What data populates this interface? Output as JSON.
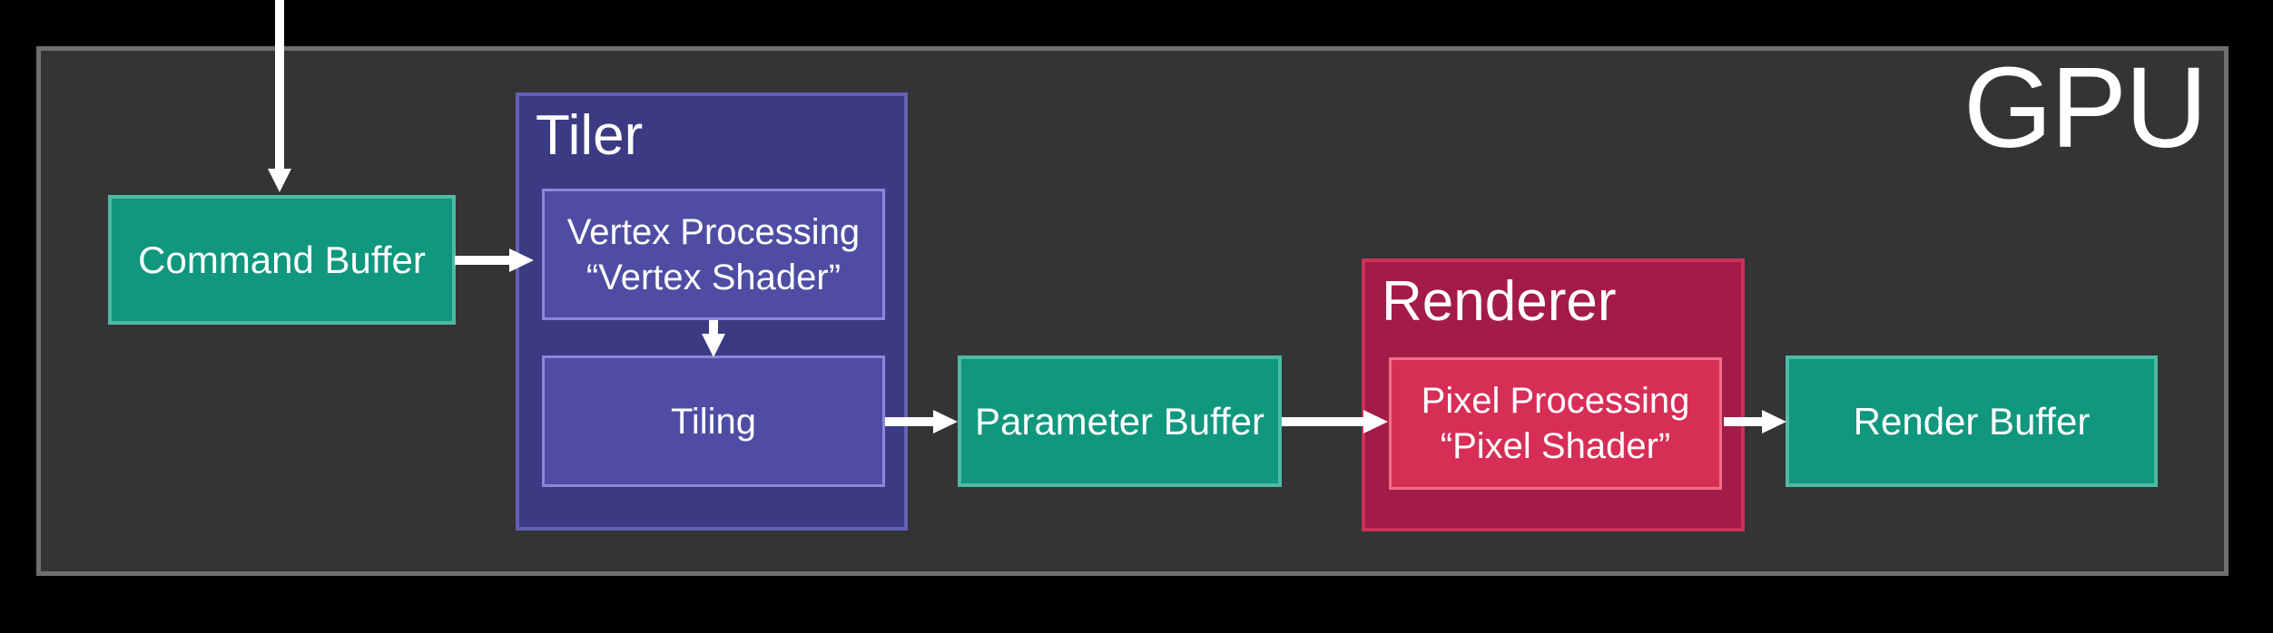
{
  "diagram": {
    "title": "GPU",
    "palette": {
      "background": "#000000",
      "panel_fill": "#343336",
      "panel_border": "#6f6f6f",
      "teal_fill": "#10977e",
      "teal_border": "#4fbaa4",
      "indigo_container_fill": "#3b3a82",
      "indigo_container_border": "#6261b4",
      "indigo_box_fill": "#4e4da3",
      "indigo_box_border": "#8a89d9",
      "crimson_container_fill": "#a31c48",
      "crimson_container_border": "#ce3058",
      "crimson_box_fill": "#d72e56",
      "crimson_box_border": "#ee7187",
      "arrow": "#ffffff",
      "text": "#ffffff"
    },
    "containers": {
      "tiler": {
        "label": "Tiler"
      },
      "renderer": {
        "label": "Renderer"
      }
    },
    "nodes": {
      "command_buffer": {
        "label": "Command Buffer"
      },
      "vertex_processing": {
        "line1": "Vertex Processing",
        "line2": "“Vertex Shader”"
      },
      "tiling": {
        "label": "Tiling"
      },
      "parameter_buffer": {
        "label": "Parameter Buffer"
      },
      "pixel_processing": {
        "line1": "Pixel Processing",
        "line2": "“Pixel Shader”"
      },
      "render_buffer": {
        "label": "Render Buffer"
      }
    },
    "edges": [
      {
        "from": "external-input",
        "to": "command_buffer"
      },
      {
        "from": "command_buffer",
        "to": "vertex_processing"
      },
      {
        "from": "vertex_processing",
        "to": "tiling"
      },
      {
        "from": "tiling",
        "to": "parameter_buffer"
      },
      {
        "from": "parameter_buffer",
        "to": "pixel_processing"
      },
      {
        "from": "pixel_processing",
        "to": "render_buffer"
      }
    ]
  }
}
